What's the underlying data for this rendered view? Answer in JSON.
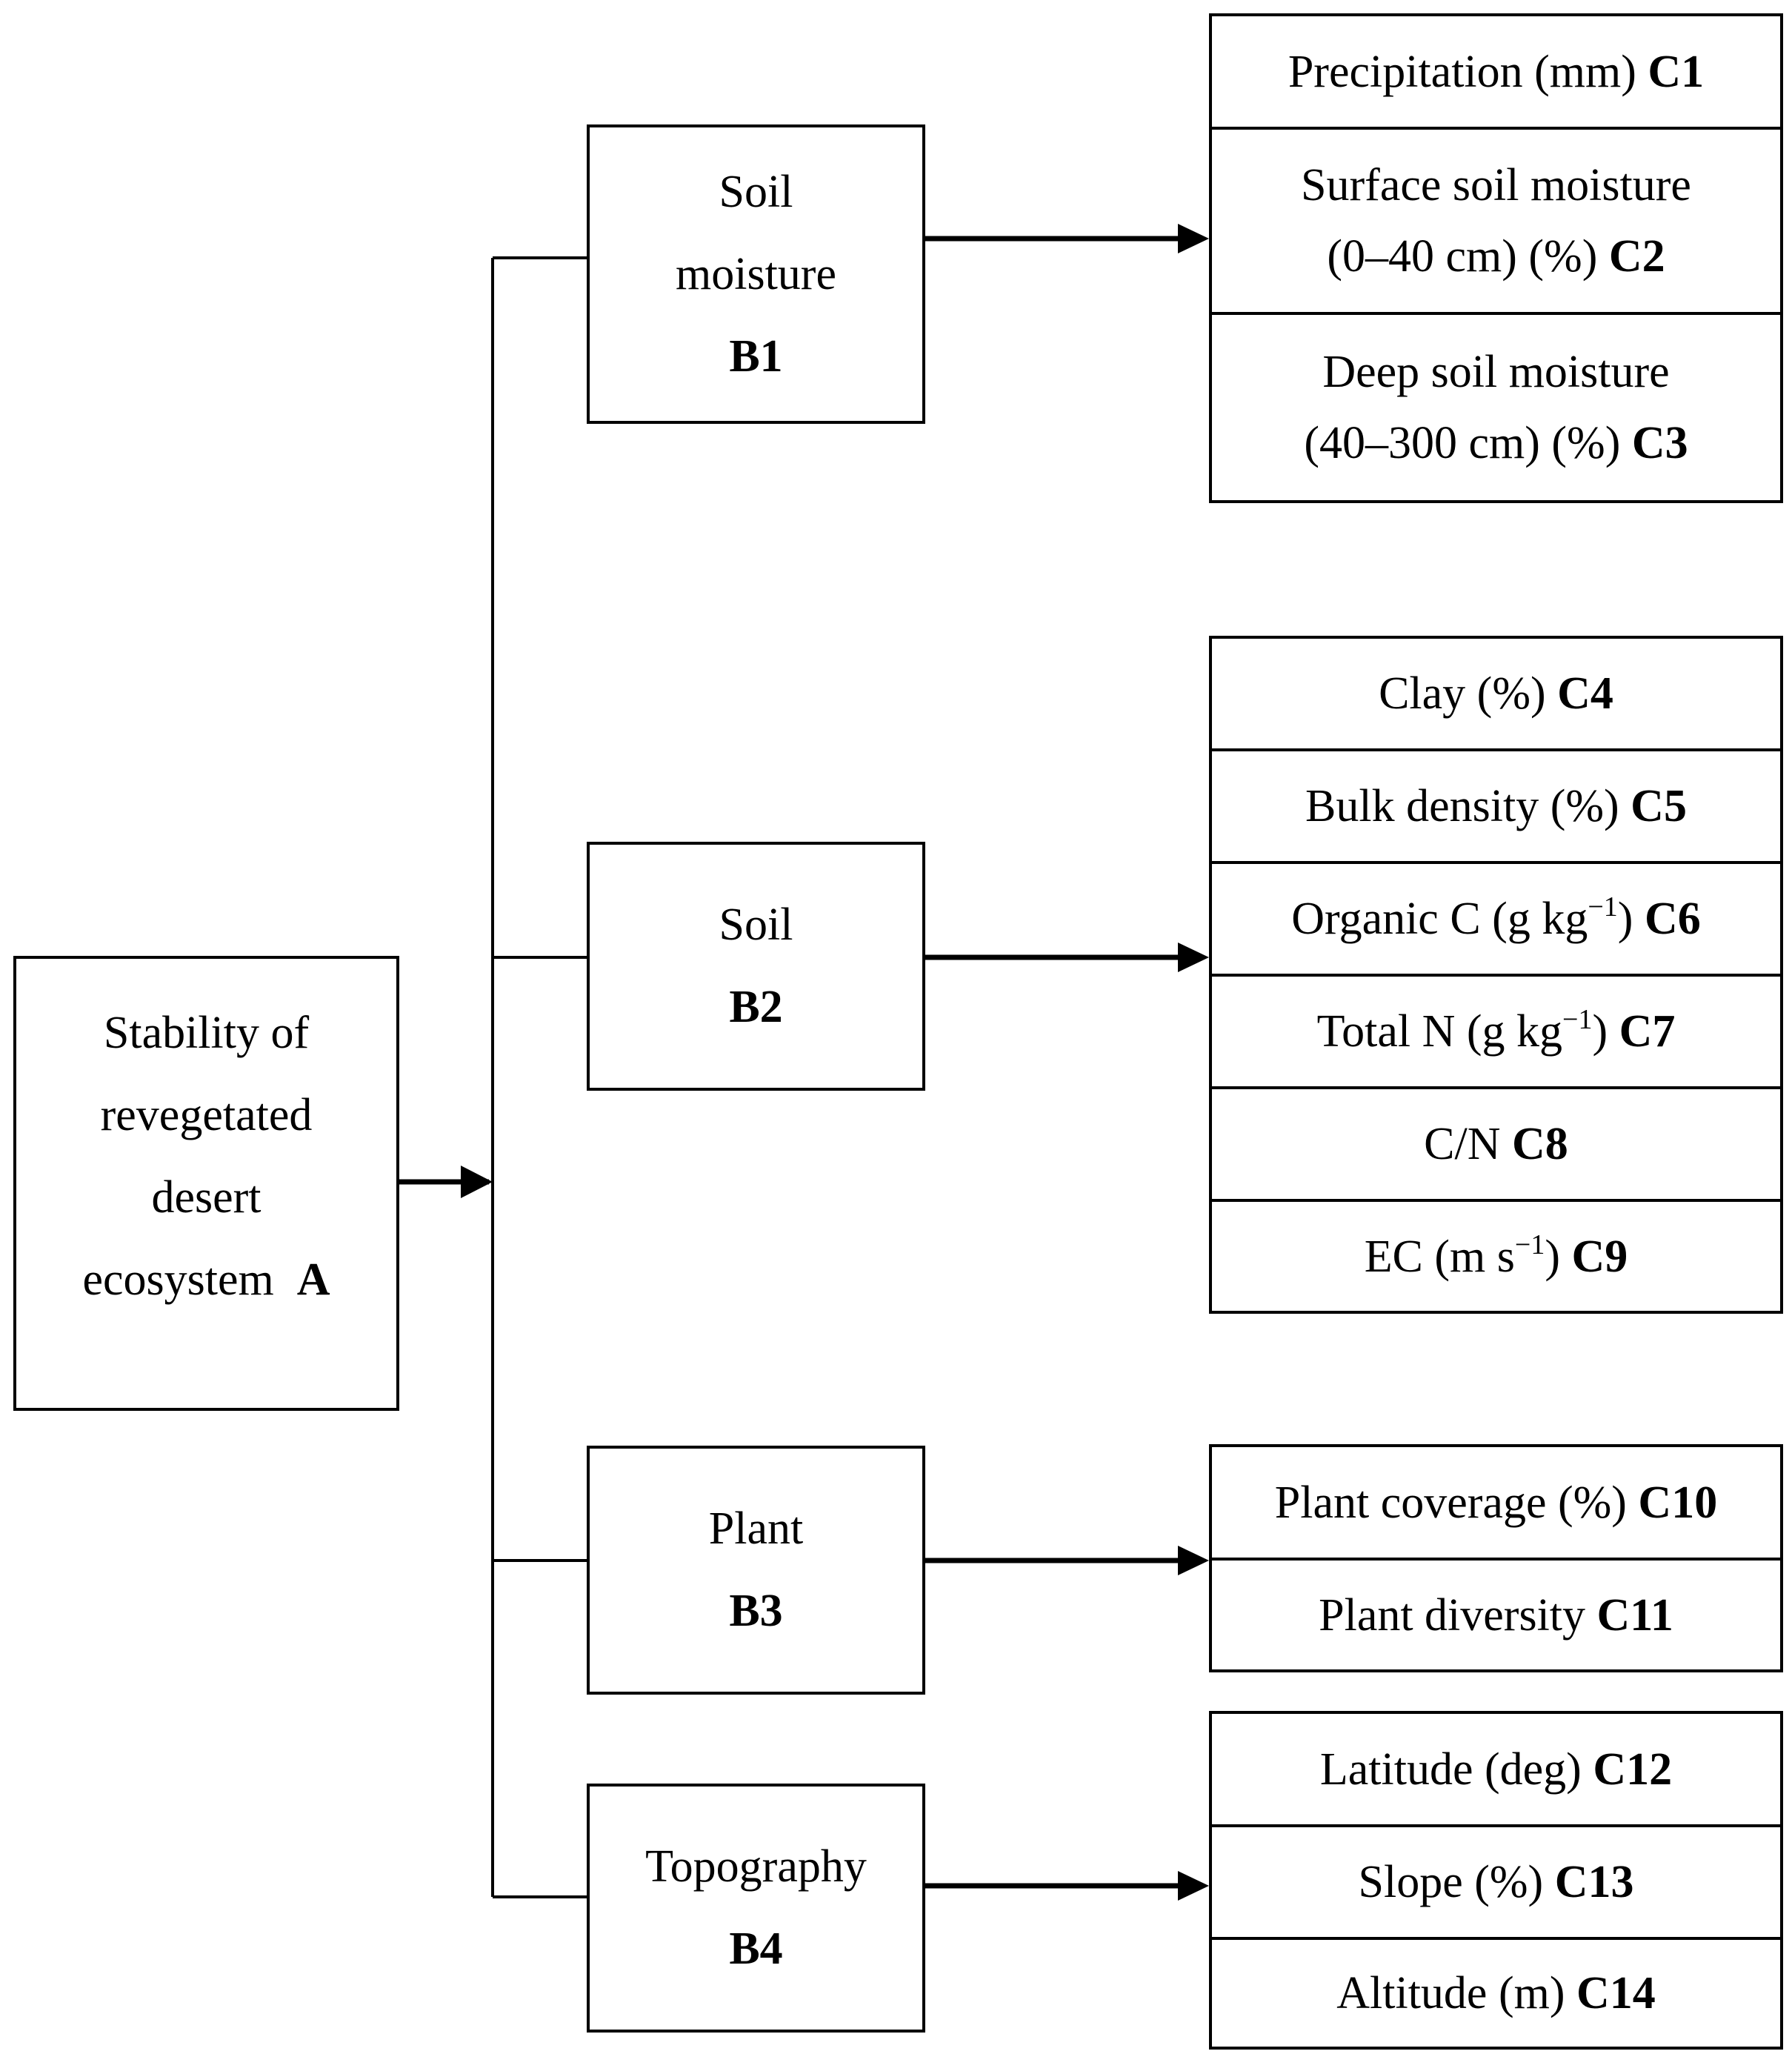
{
  "root": {
    "lines": [
      "Stability of",
      "revegetated",
      "desert",
      "ecosystem"
    ],
    "code": "A"
  },
  "criteria": [
    {
      "lines": [
        "Soil",
        "moisture"
      ],
      "code": "B1"
    },
    {
      "lines": [
        "Soil"
      ],
      "code": "B2"
    },
    {
      "lines": [
        "Plant"
      ],
      "code": "B3"
    },
    {
      "lines": [
        "Topography"
      ],
      "code": "B4"
    }
  ],
  "indicator_groups": [
    [
      {
        "label": "Precipitation (mm)",
        "code": "C1"
      },
      {
        "label": "Surface soil moisture",
        "label2": "(0–40 cm) (%)",
        "code": "C2"
      },
      {
        "label": "Deep soil moisture",
        "label2": "(40–300 cm) (%)",
        "code": "C3"
      }
    ],
    [
      {
        "label": "Clay (%)",
        "code": "C4"
      },
      {
        "label": "Bulk density (%)",
        "code": "C5"
      },
      {
        "label": "Organic C (g kg",
        "sup": "−1",
        "suffix": ")",
        "code": "C6"
      },
      {
        "label": "Total N (g kg",
        "sup": "−1",
        "suffix": ")",
        "code": "C7"
      },
      {
        "label": "C/N",
        "code": "C8"
      },
      {
        "label": "EC (m s",
        "sup": "−1",
        "suffix": ")",
        "code": "C9"
      }
    ],
    [
      {
        "label": "Plant coverage (%)",
        "code": "C10"
      },
      {
        "label": "Plant diversity",
        "code": "C11"
      }
    ],
    [
      {
        "label": "Latitude (deg)",
        "code": "C12"
      },
      {
        "label": "Slope (%)",
        "code": "C13"
      },
      {
        "label": "Altitude (m)",
        "code": "C14"
      }
    ]
  ]
}
